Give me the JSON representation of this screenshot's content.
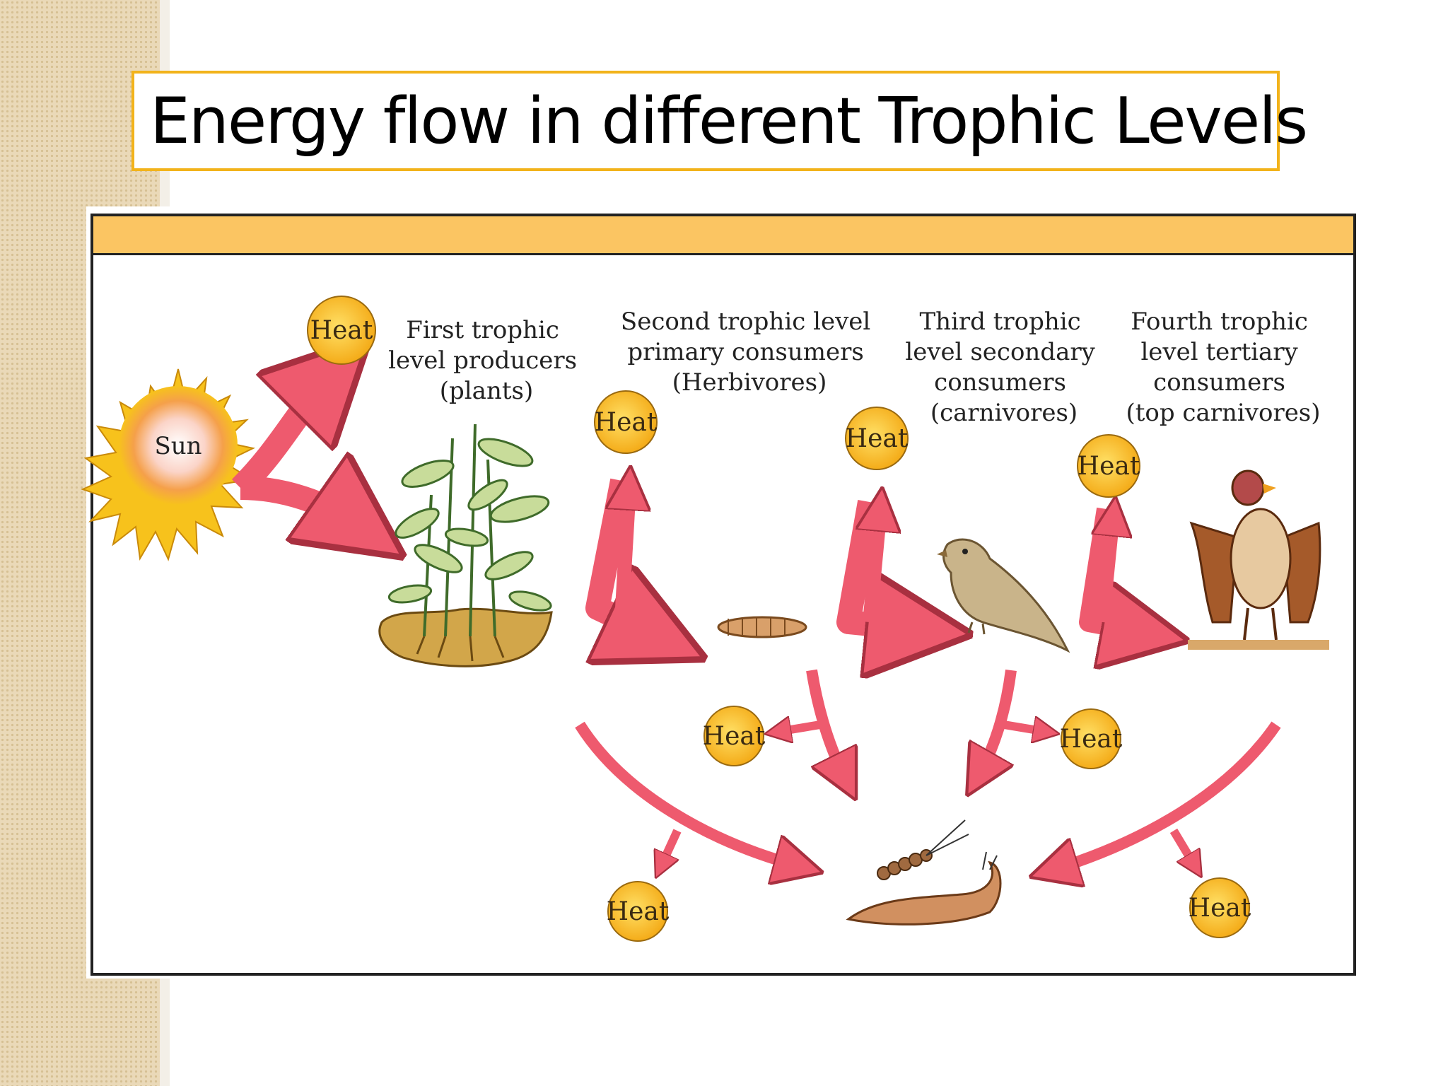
{
  "title": "Energy flow in different Trophic Levels",
  "sun_label": "Sun",
  "heat_label": "Heat",
  "levels": [
    {
      "lines": [
        "First trophic",
        "level producers",
        "(plants)"
      ]
    },
    {
      "lines": [
        "Second trophic level",
        "primary consumers",
        "(Herbivores)"
      ]
    },
    {
      "lines": [
        "Third trophic",
        "level  secondary",
        "consumers",
        "(carnivores)"
      ]
    },
    {
      "lines": [
        "Fourth trophic",
        "level tertiary",
        "consumers",
        "(top carnivores)"
      ]
    }
  ],
  "colors": {
    "arrow": "#ee5a6e",
    "heat": "#fbbf1a",
    "band": "#fbc562",
    "title_border": "#f2b31b"
  }
}
